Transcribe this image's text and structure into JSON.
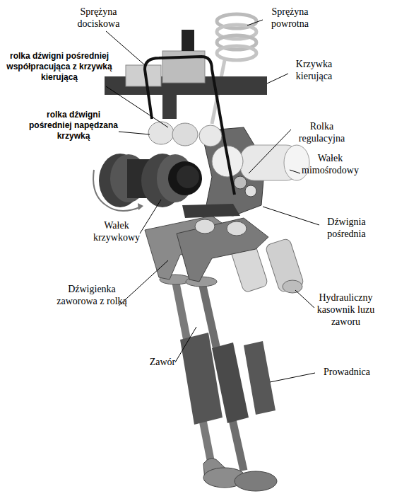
{
  "diagram": {
    "labels": [
      "Sprężyna dociskowa",
      "Sprężyna powrotna",
      "rolka dźwigni pośredniej współpracująca z krzywką kierującą",
      "Krzywka kierująca",
      "rolka dźwigni pośredniej napędzana krzywką",
      "Rolka regulacyjna",
      "Wałek mimośrodowy",
      "Wałek krzywkowy",
      "Dźwignia pośrednia",
      "Dźwigienka zaworowa z rolką",
      "Hydrauliczny kasownik luzu zaworu",
      "Zawór",
      "Prowadnica"
    ]
  }
}
